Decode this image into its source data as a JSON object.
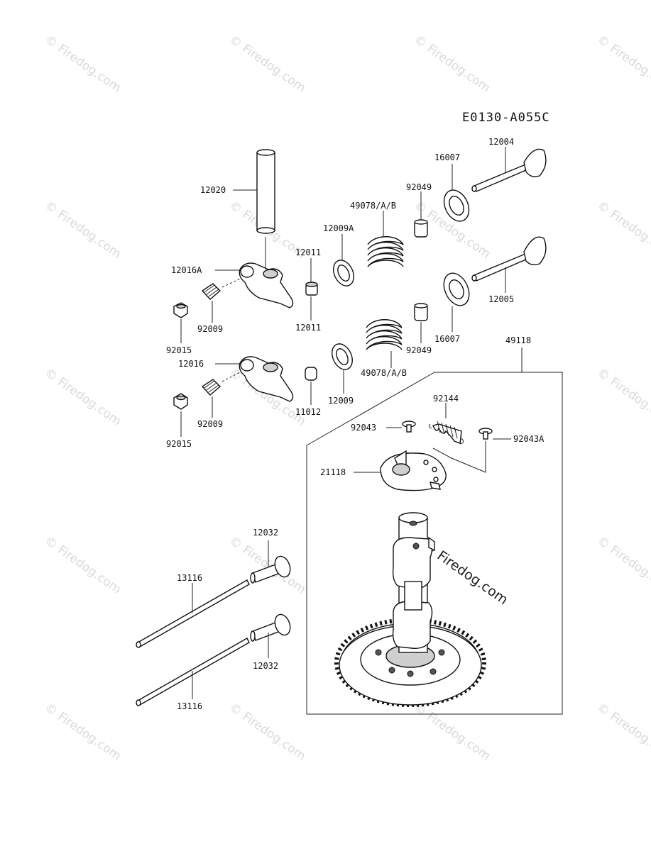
{
  "diagram_code": "E0130-A055C",
  "watermark": {
    "text": "Firedog.com",
    "copyright_symbol": "©"
  },
  "labels": {
    "p12020": "12020",
    "p12004": "12004",
    "p16007_top": "16007",
    "p92049_top": "92049",
    "p49078_top": "49078/A/B",
    "p12009A": "12009A",
    "p12011_top": "12011",
    "p12016A": "12016A",
    "p92009_top": "92009",
    "p92015_top": "92015",
    "p12011_bot": "12011",
    "p12005": "12005",
    "p16007_bot": "16007",
    "p92049_bot": "92049",
    "p49118": "49118",
    "p12016": "12016",
    "p49078_bot": "49078/A/B",
    "p12009": "12009",
    "p11012": "11012",
    "p92009_bot": "92009",
    "p92015_bot": "92015",
    "p92144": "92144",
    "p92043": "92043",
    "p92043A": "92043A",
    "p21118": "21118",
    "p12032_top": "12032",
    "p13116_top": "13116",
    "p12032_bot": "12032",
    "p13116_bot": "13116"
  }
}
